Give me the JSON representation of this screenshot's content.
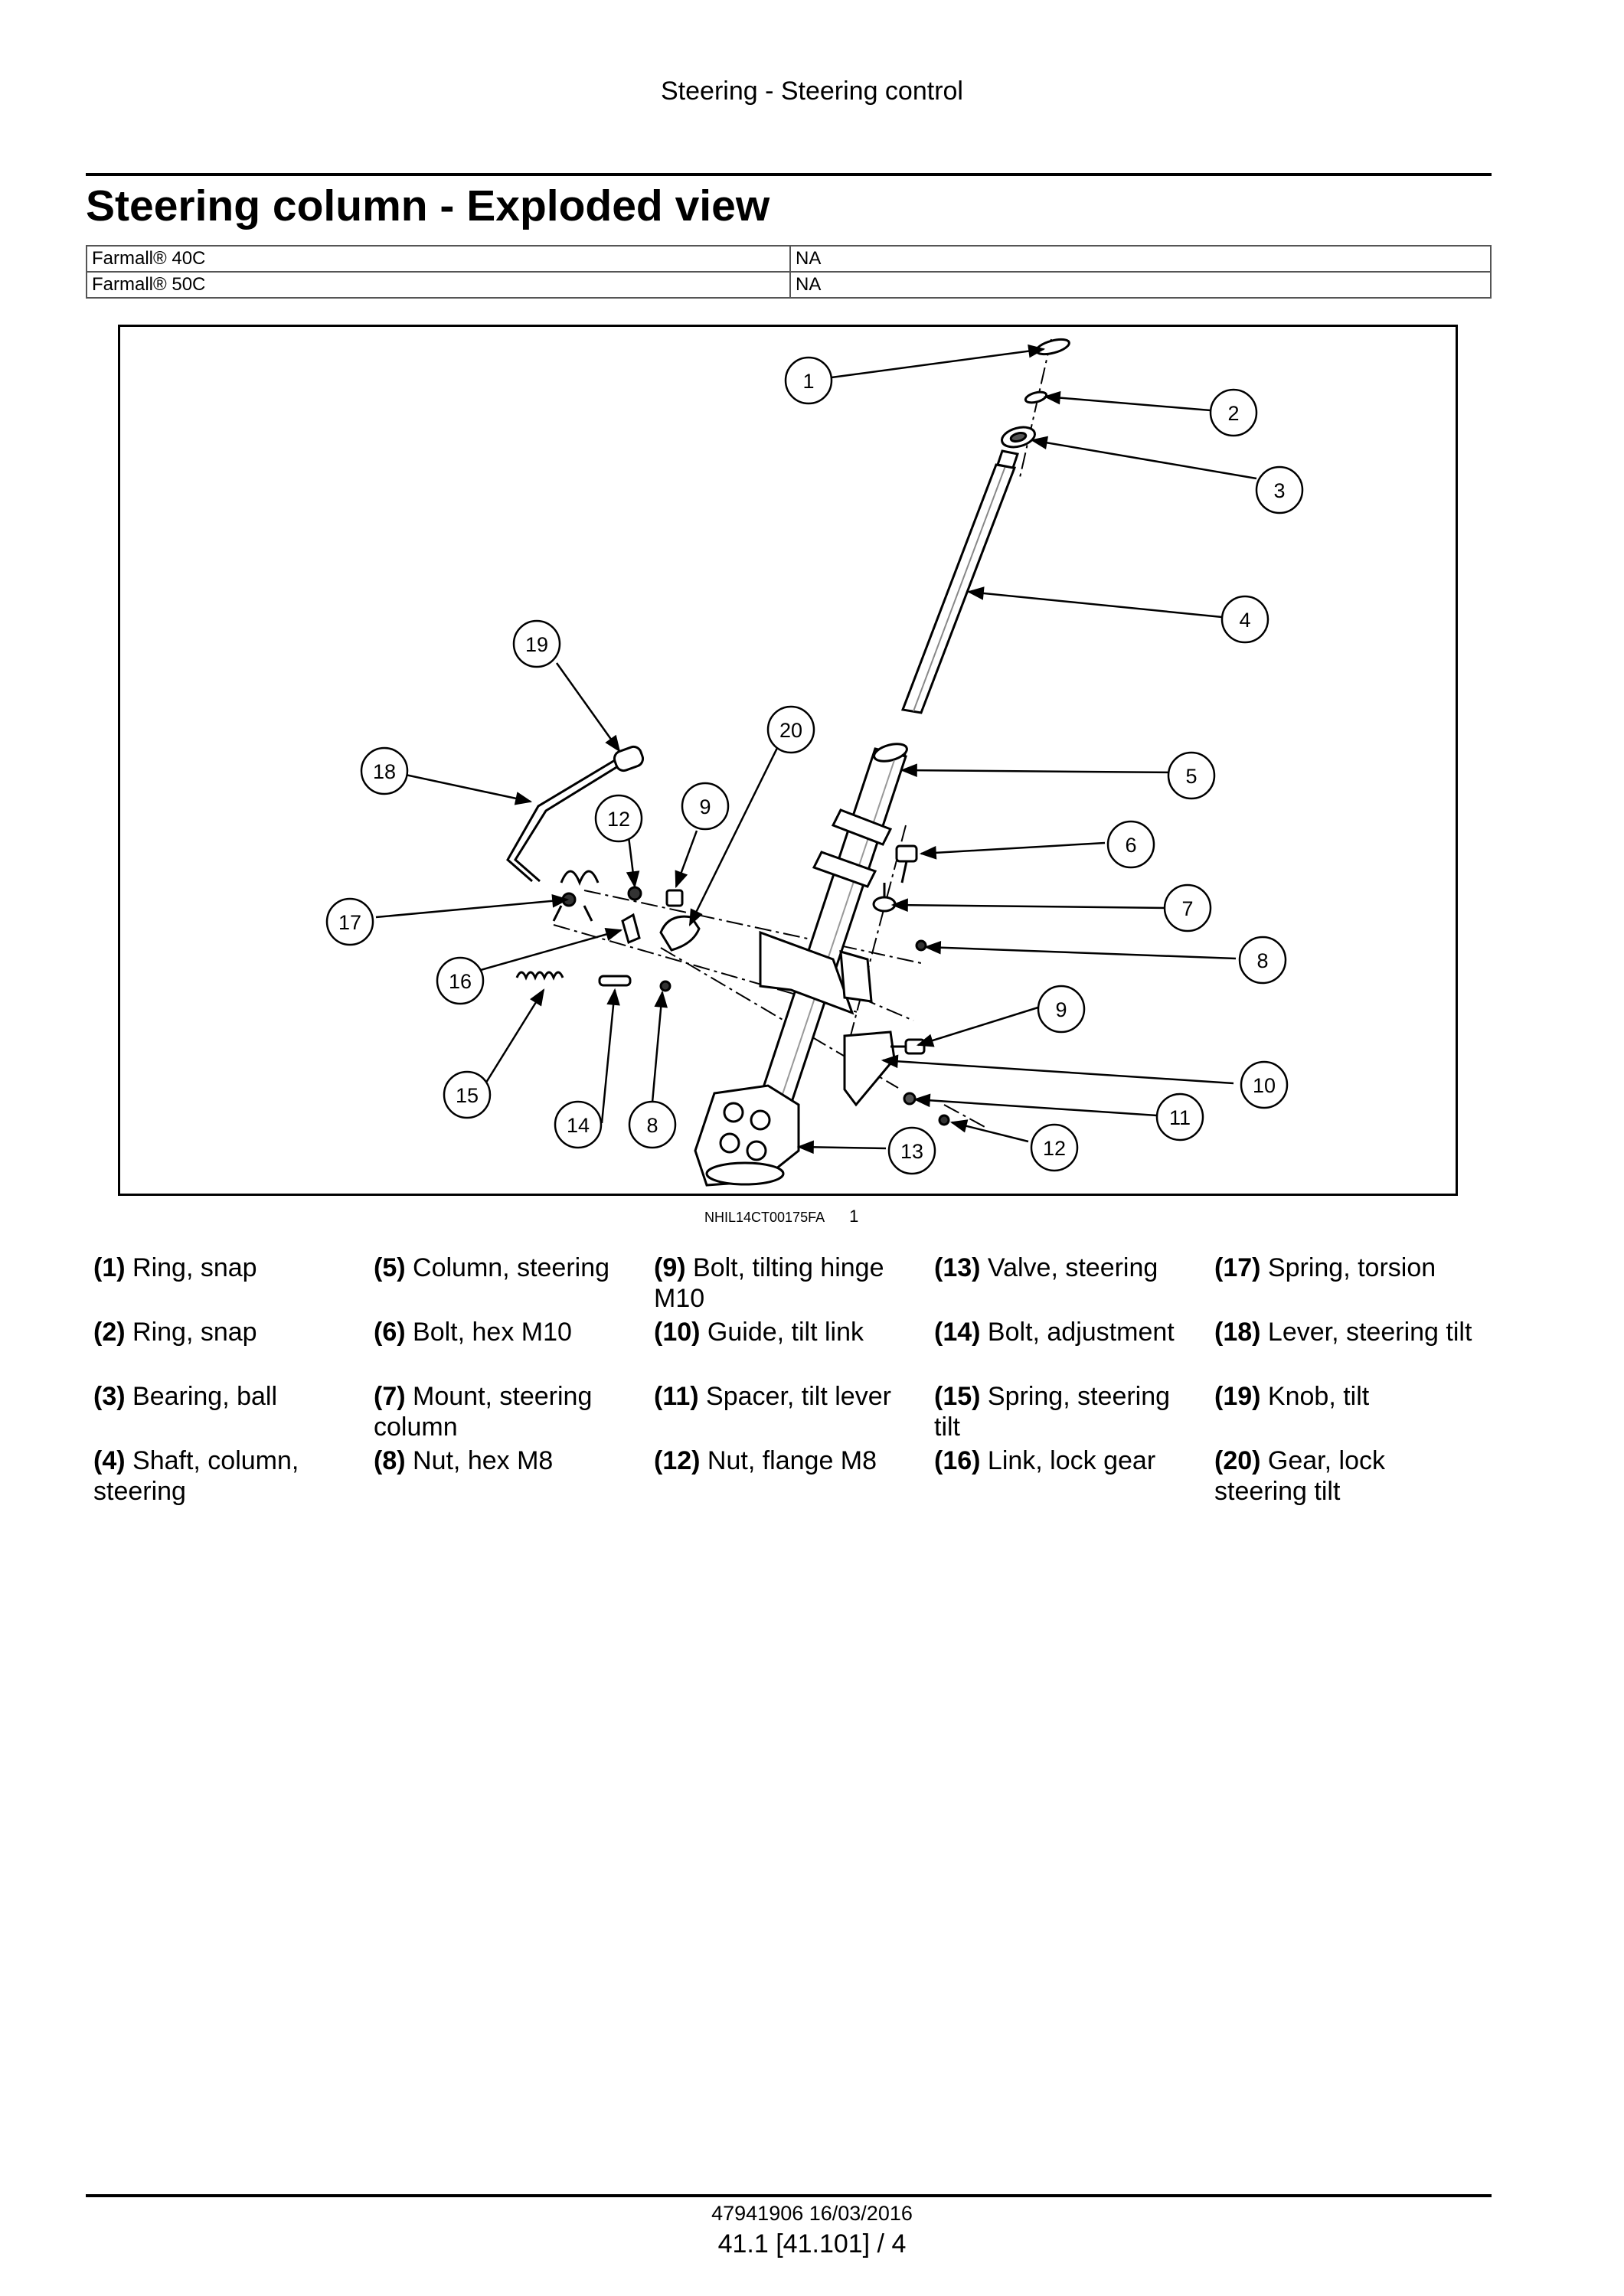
{
  "header": {
    "section": "Steering - Steering control"
  },
  "title": "Steering column - Exploded view",
  "models": [
    {
      "model": "Farmall® 40C",
      "value": "NA"
    },
    {
      "model": "Farmall® 50C",
      "value": "NA"
    }
  ],
  "figure": {
    "code": "NHIL14CT00175FA",
    "number": "1",
    "callouts": [
      "1",
      "2",
      "3",
      "4",
      "5",
      "6",
      "7",
      "8",
      "9",
      "10",
      "11",
      "12",
      "13",
      "14",
      "15",
      "16",
      "17",
      "18",
      "19",
      "20",
      "12",
      "9",
      "8"
    ]
  },
  "legend": [
    {
      "num": "(1)",
      "text": "Ring, snap"
    },
    {
      "num": "(2)",
      "text": "Ring, snap"
    },
    {
      "num": "(3)",
      "text": "Bearing, ball"
    },
    {
      "num": "(4)",
      "text": "Shaft, column, steering"
    },
    {
      "num": "(5)",
      "text": "Column, steering"
    },
    {
      "num": "(6)",
      "text": "Bolt, hex M10"
    },
    {
      "num": "(7)",
      "text": "Mount, steering column"
    },
    {
      "num": "(8)",
      "text": "Nut, hex M8"
    },
    {
      "num": "(9)",
      "text": "Bolt, tilting hinge M10"
    },
    {
      "num": "(10)",
      "text": "Guide, tilt link"
    },
    {
      "num": "(11)",
      "text": "Spacer, tilt lever"
    },
    {
      "num": "(12)",
      "text": "Nut, flange M8"
    },
    {
      "num": "(13)",
      "text": "Valve, steering"
    },
    {
      "num": "(14)",
      "text": "Bolt, adjustment"
    },
    {
      "num": "(15)",
      "text": "Spring, steering tilt"
    },
    {
      "num": "(16)",
      "text": "Link, lock gear"
    },
    {
      "num": "(17)",
      "text": "Spring, torsion"
    },
    {
      "num": "(18)",
      "text": "Lever, steering tilt"
    },
    {
      "num": "(19)",
      "text": "Knob, tilt"
    },
    {
      "num": "(20)",
      "text": "Gear, lock steering tilt"
    }
  ],
  "footer": {
    "doc": "47941906 16/03/2016",
    "page": "41.1 [41.101] / 4"
  }
}
